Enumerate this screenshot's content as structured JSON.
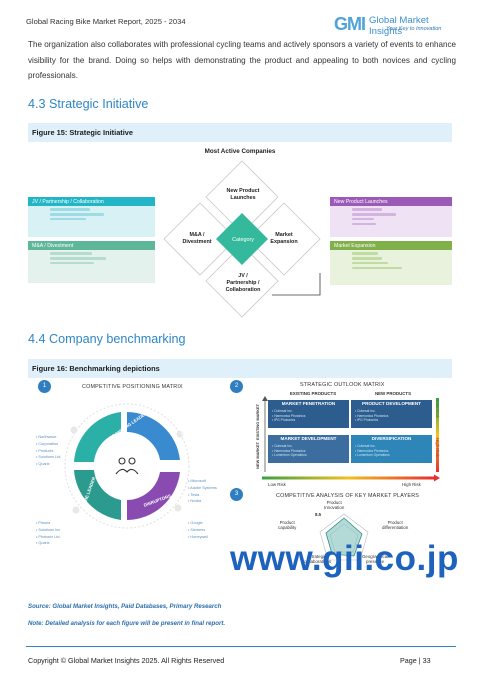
{
  "header": {
    "report_title": "Global Racing Bike Market Report, 2025 - 2034",
    "logo_mark": "GMI",
    "logo_name": "Global Market Insights",
    "logo_tagline": "Your Key to Innovation"
  },
  "intro_text": "The organization also collaborates with professional cycling teams and actively sponsors a variety of events to enhance visibility for the brand. Doing so helps with demonstrating the product and appealing to both novices and cycling professionals.",
  "section_43": {
    "heading": "4.3 Strategic Initiative",
    "figure_label": "Figure 15:  Strategic Initiative",
    "diagram_title": "Most Active Companies",
    "center_label": "Category",
    "diamond_top": "New Product\nLaunches",
    "diamond_left": "M&A /\nDivestment",
    "diamond_right": "Market\nExpansion",
    "diamond_bottom": "JV /\nPartnership /\nCollaboration",
    "box_jv": "JV / Partnership / Collaboration",
    "box_ma": "M&A / Divestment",
    "box_npl": "New Product Launches",
    "box_me": "Market Expansion",
    "colors": {
      "teal": "#21b5c6",
      "teal_light": "#bfe9ee",
      "mint": "#5fb79a",
      "mint_light": "#cde9dd",
      "purple": "#9c5ab8",
      "purple_light": "#e5d3ee",
      "green": "#7fb04a",
      "green_light": "#dcecc9"
    }
  },
  "section_44": {
    "heading": "4.4 Company benchmarking",
    "figure_label": "Figure 16:  Benchmarking depictions",
    "panel1_title": "COMPETITIVE POSITIONING MATRIX",
    "ring_labels": [
      "PROMISING LEADERS",
      "KEY PLAYERS",
      "DISRUPTORS",
      "NICHE LEADER"
    ],
    "panel2_title": "STRATEGIC OUTLOOK MATRIX",
    "existing_products": "EXISTING PRODUCTS",
    "new_products": "NEW PRODUCTS",
    "existing_market": "EXISTING MARKET",
    "new_market": "NEW MARKET",
    "quad_tl": "MARKET PENETRATION",
    "quad_tr": "PRODUCT DEVELOPMENT",
    "quad_bl": "MARKET DEVELOPMENT",
    "quad_br": "DIVERSIFICATION",
    "low_risk": "Low Risk",
    "high_risk": "High Risk",
    "panel3_title": "COMPETITIVE ANALYSIS OF KEY MARKET PLAYERS",
    "radar_top": "Product\nInnovation",
    "radar_value": "8.5",
    "radar_left": "Product\ncapability",
    "radar_right": "Product\ndifferentiation",
    "radar_bl": "Strategic\ncollaborations",
    "radar_br": "Geographical\npresence",
    "badges": [
      "1",
      "2",
      "3"
    ]
  },
  "watermark": "www.gii.co.jp",
  "source": "Source: Global Market Insights, Paid Databases, Primary Research",
  "note": "Note: Detailed analysis for each figure will be present in final report.",
  "footer": {
    "copyright": "Copyright © Global Market Insights 2025. All Rights Reserved",
    "page": "Page | 33"
  }
}
